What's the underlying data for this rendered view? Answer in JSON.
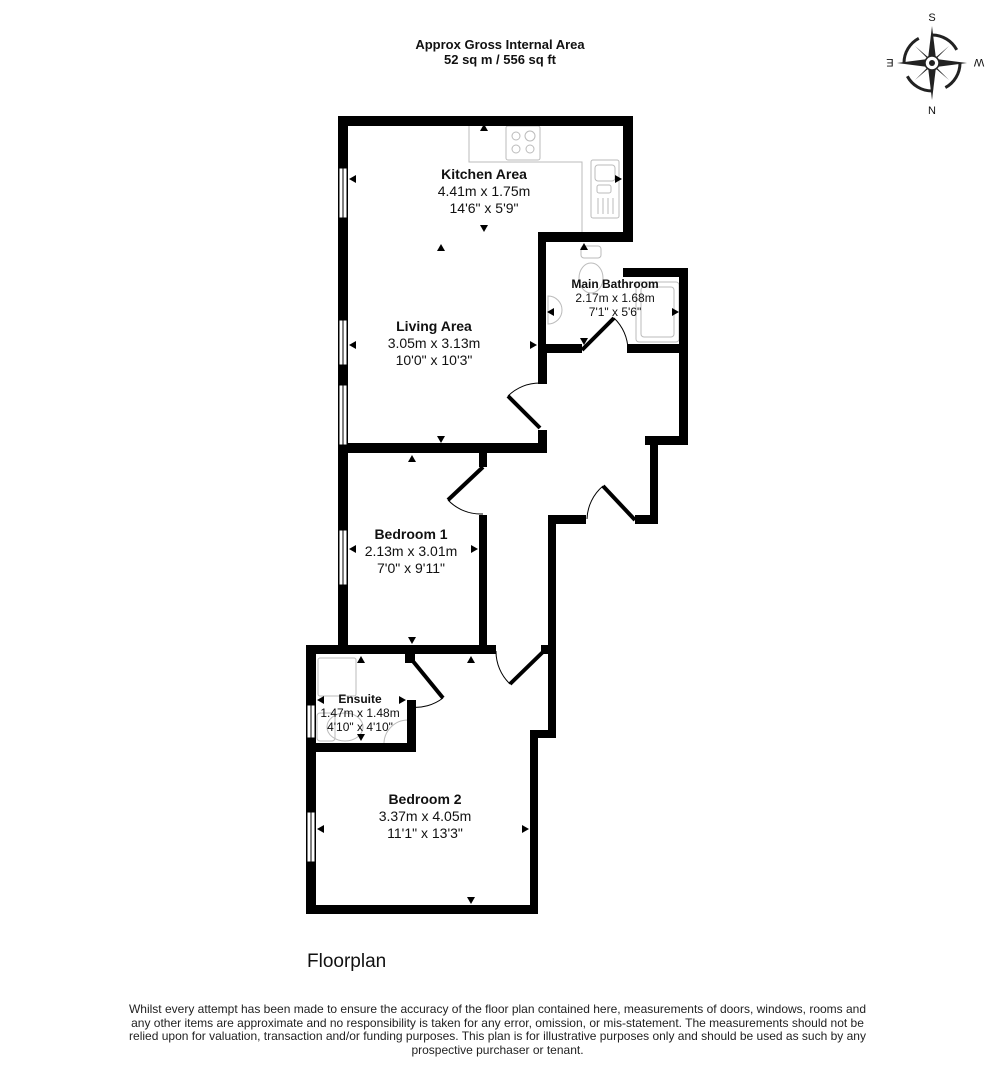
{
  "header": {
    "title": "Approx Gross Internal Area",
    "area": "52 sq m / 556 sq ft"
  },
  "compass": {
    "top": "S",
    "bottom": "N",
    "left": "E",
    "right": "W"
  },
  "rooms": [
    {
      "name": "Kitchen Area",
      "metric": "4.41m x 1.75m",
      "imperial": "14'6\" x 5'9\""
    },
    {
      "name": "Living Area",
      "metric": "3.05m x 3.13m",
      "imperial": "10'0\" x 10'3\""
    },
    {
      "name": "Main Bathroom",
      "metric": "2.17m x 1.68m",
      "imperial": "7'1\" x 5'6\""
    },
    {
      "name": "Bedroom 1",
      "metric": "2.13m x 3.01m",
      "imperial": "7'0\" x 9'11\""
    },
    {
      "name": "Ensuite",
      "metric": "1.47m x 1.48m",
      "imperial": "4'10\" x 4'10\""
    },
    {
      "name": "Bedroom 2",
      "metric": "3.37m x 4.05m",
      "imperial": "11'1\" x 13'3\""
    }
  ],
  "floor_title": "Floorplan",
  "disclaimer": "Whilst every attempt has been made to ensure the accuracy of the floor plan contained here, measurements of doors, windows, rooms and any other items are approximate and no responsibility is taken for any error, omission, or mis-statement. The measurements should not be relied upon for valuation, transaction and/or funding purposes. This plan is for illustrative purposes only and should be used as such by any prospective purchaser or tenant.",
  "colors": {
    "wall": "#000000",
    "fixture": "#bbbbbb",
    "background": "#ffffff"
  }
}
